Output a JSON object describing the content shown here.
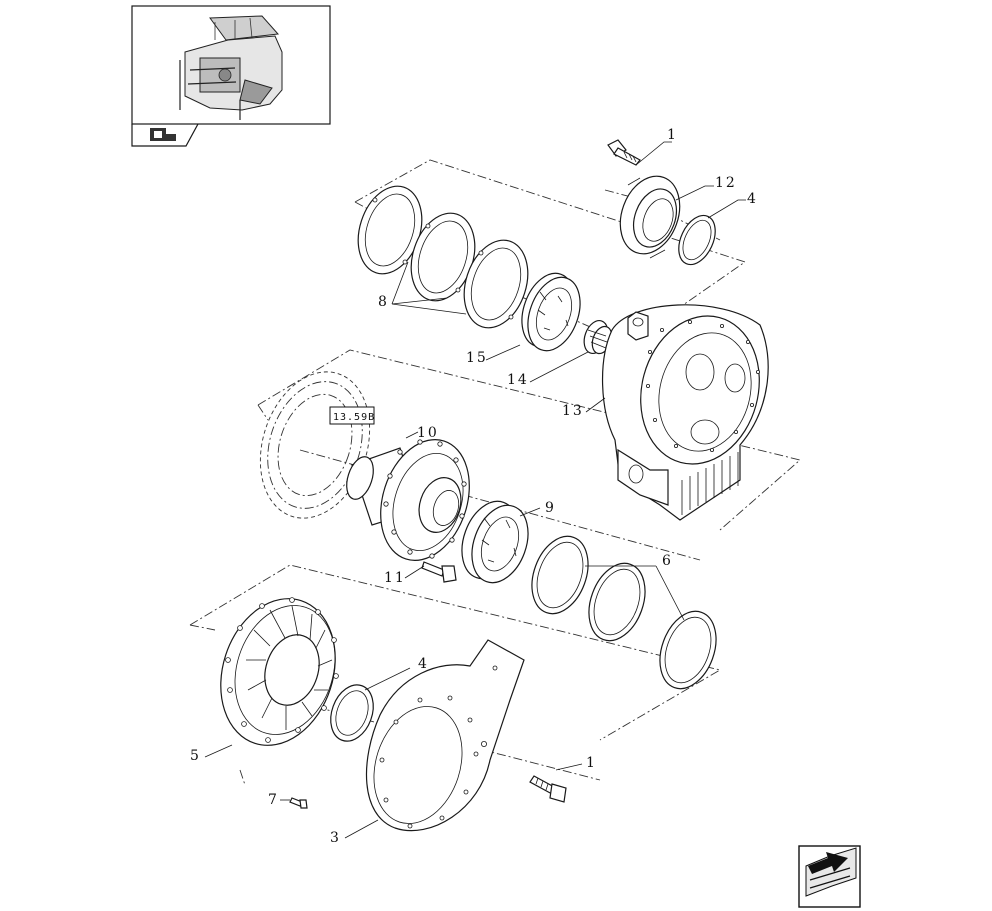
{
  "diagram": {
    "callouts": {
      "c1a": "1",
      "c12": "12",
      "c4a": "4",
      "c8": "8",
      "c15": "15",
      "c14": "14",
      "c13": "13",
      "c10": "10",
      "c9": "9",
      "c11": "11",
      "c6": "6",
      "c4b": "4",
      "c5": "5",
      "c1b": "1",
      "c7": "7",
      "c3": "3"
    },
    "reference_box": "13.59B",
    "icons": {
      "thumbnail": "machine-thumbnail-icon",
      "book": "book-arrow-icon",
      "next": "next-page-arrow-icon"
    }
  }
}
